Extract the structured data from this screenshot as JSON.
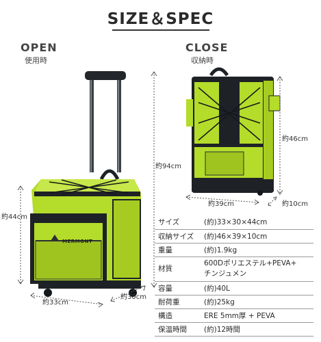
{
  "header": {
    "title": "SIZE＆SPEC"
  },
  "open": {
    "en": "OPEN",
    "jp": "使用時"
  },
  "close": {
    "en": "CLOSE",
    "jp": "収納時"
  },
  "open_dims": {
    "height": "約94cm",
    "body_height": "約44cm",
    "width": "約33cm",
    "depth": "約30cm"
  },
  "close_dims": {
    "height": "約46cm",
    "width": "約39cm",
    "depth": "約10cm"
  },
  "brand": "MERMONT",
  "colors": {
    "lime": "#b4dc2a",
    "dark": "#1e2226"
  },
  "specs": [
    {
      "key": "サイズ",
      "value": "(約)33×30×44cm"
    },
    {
      "key": "収納サイズ",
      "value": "(約)46×39×10cm"
    },
    {
      "key": "重量",
      "value": "(約)1.9kg"
    },
    {
      "key": "材質",
      "value": "600Dポリエステル+PEVA+",
      "value2": "チンジュメン"
    },
    {
      "key": "容量",
      "value": "(約)40L"
    },
    {
      "key": "耐荷重",
      "value": "(約)25kg"
    },
    {
      "key": "構造",
      "value": "ERE 5mm厚 + PEVA"
    },
    {
      "key": "保温時間",
      "value": "(約)12時間"
    }
  ]
}
